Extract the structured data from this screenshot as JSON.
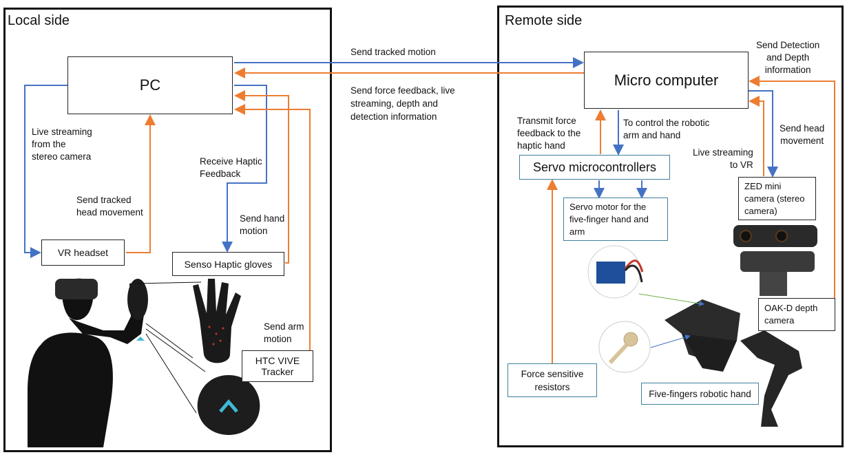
{
  "local": {
    "title": "Local side",
    "pc": "PC",
    "vr_headset": "VR headset",
    "gloves": "Senso Haptic gloves",
    "tracker": "HTC VIVE\nTracker",
    "labels": {
      "live_stream": "Live streaming\nfrom the\nstereo camera",
      "send_head": "Send tracked\nhead movement",
      "receive_haptic": "Receive Haptic\nFeedback",
      "send_hand": "Send hand\nmotion",
      "send_arm": "Send arm\nmotion"
    }
  },
  "middle": {
    "send_tracked": "Send tracked motion",
    "send_force": "Send force feedback, live\nstreaming, depth and\ndetection information"
  },
  "remote": {
    "title": "Remote side",
    "micro": "Micro computer",
    "servo_mc": "Servo microcontrollers",
    "servo_motor": "Servo motor for the\nfive-finger hand and\narm",
    "zed": "ZED mini\ncamera (stereo\ncamera)",
    "oak": "OAK-D depth\ncamera",
    "fsr": "Force sensitive\nresistors",
    "hand": "Five-fingers robotic hand",
    "labels": {
      "send_detection": "Send Detection\nand Depth\ninformation",
      "transmit_force": "Transmit force\nfeedback to the\nhaptic hand",
      "control_robot": "To control the robotic\narm and hand",
      "live_vr": "Live streaming\nto VR",
      "send_head_remote": "Send head\nmovement"
    }
  },
  "colors": {
    "blue": "#4472c4",
    "orange": "#ed7d31",
    "teal_border": "#3f7f9c",
    "green": "#70ad47"
  }
}
